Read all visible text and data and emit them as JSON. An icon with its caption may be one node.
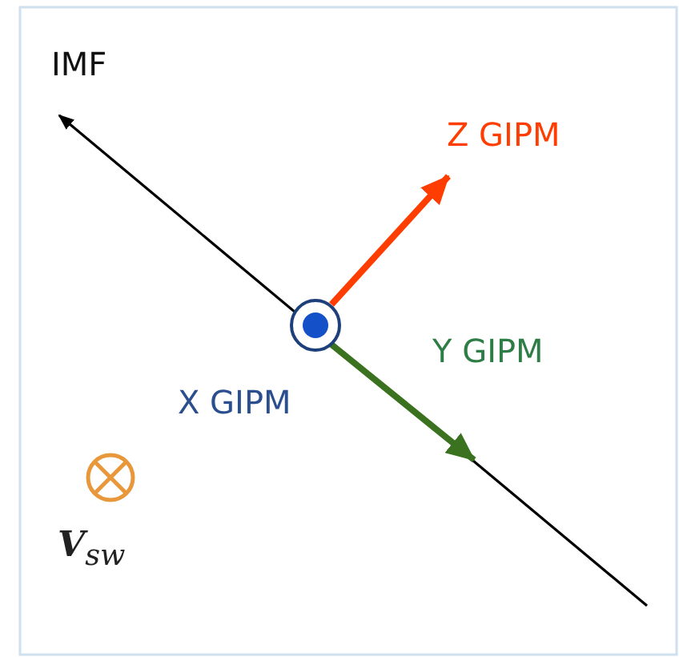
{
  "diagram": {
    "labels": [
      "IMF",
      "Z GIPM",
      "Y GIPM",
      "X GIPM",
      "**V**$_{sw}$"
    ]
  }
}
